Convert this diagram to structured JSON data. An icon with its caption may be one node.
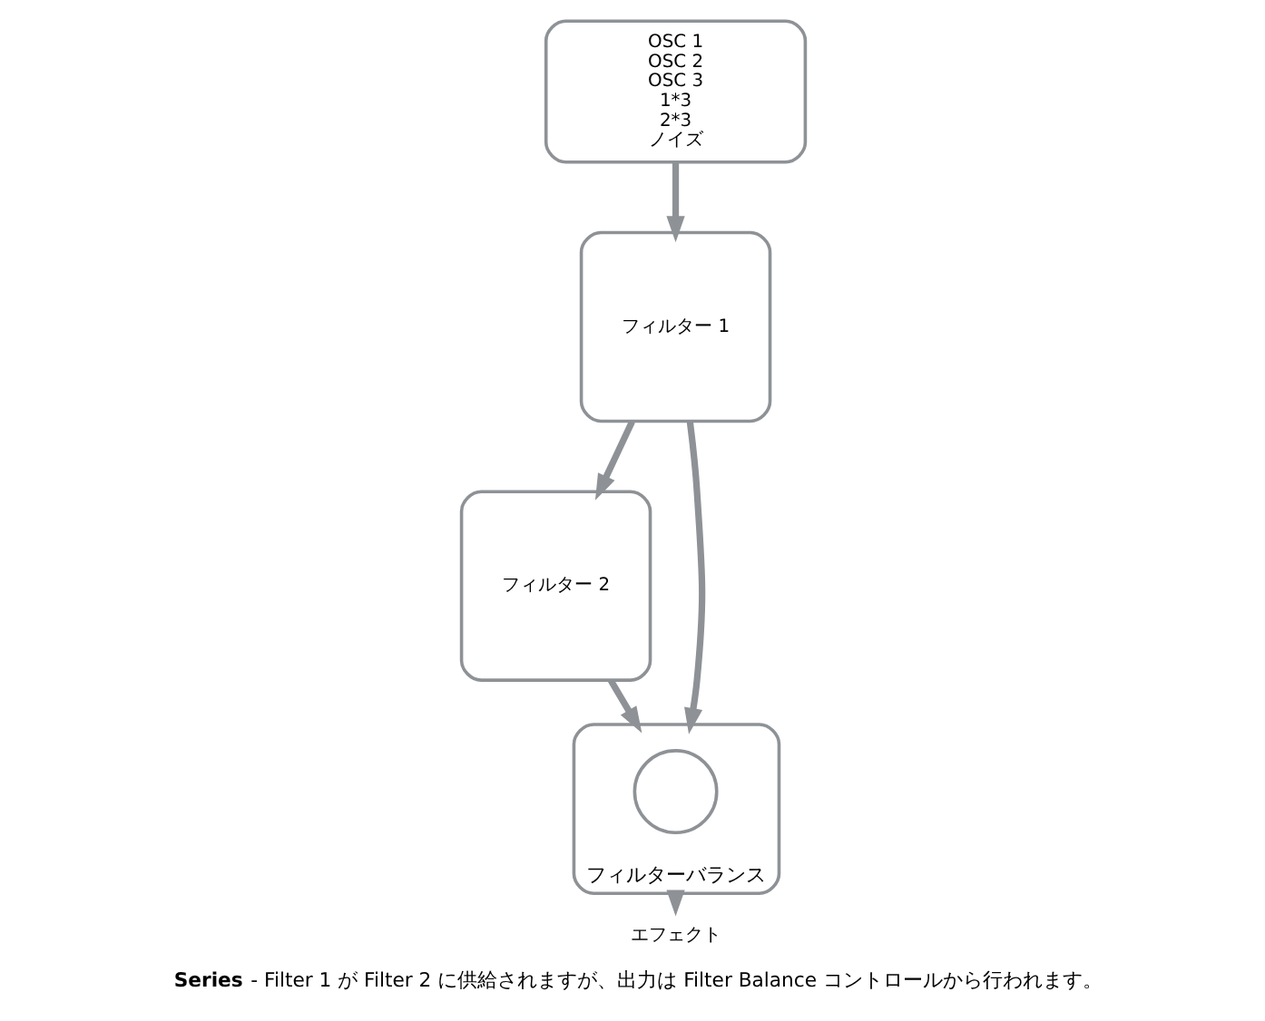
{
  "diagram": {
    "caption": "**Series** - Filter 1 が Filter 2 に供給されますが、出力は Filter Balance コントロールから行われます。",
    "nodes": [
      {
        "text": [
          "OSC 1",
          "OSC 2",
          "OSC 3",
          "1*3",
          "2*3",
          "ノイズ"
        ]
      },
      {
        "text": [
          "フィルター 1"
        ]
      },
      {
        "text": [
          "フィルター 2"
        ]
      },
      {
        "text": [
          "フィルターバランス"
        ]
      },
      {
        "text": [],
        "shape": "circle",
        "in": 3
      },
      {
        "text": [
          "エフェクト"
        ]
      }
    ],
    "edges": [
      {
        "from": 0,
        "to": 1,
        "arrow": "to"
      },
      {
        "from": 1,
        "to": 3,
        "arrow": "to"
      },
      {
        "from": 1,
        "to": 2,
        "arrow": "to"
      },
      {
        "from": 2,
        "to": 3,
        "arrow": "to"
      },
      {
        "from": 3,
        "to": 5,
        "arrow": "to"
      }
    ]
  }
}
